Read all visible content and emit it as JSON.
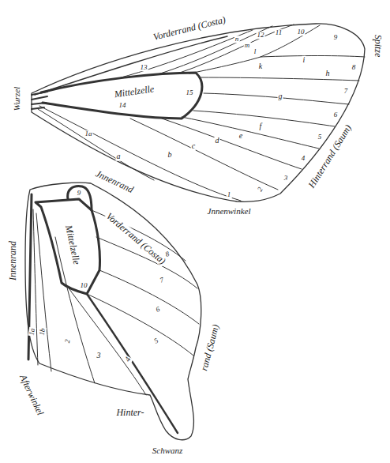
{
  "diagram": {
    "labels": [
      "Vorderrand (Costa)",
      "Spitze",
      "n",
      "12",
      "11",
      "m",
      "l",
      "10",
      "9",
      "k",
      "i",
      "h",
      "8",
      "7",
      "13",
      "Mittelzelle",
      "15",
      "g",
      "6",
      "14",
      "f",
      "5",
      "Wurzel",
      "e",
      "d",
      "4",
      "c",
      "b",
      "3",
      "1a",
      "a",
      "2",
      "Hinterrand (Saum)",
      "Jnnenrand",
      "1",
      "Jnnenwinkel",
      "9",
      "Vorderrand (Costa)",
      "Innenrand",
      "Mittelzelle",
      "8",
      "7",
      "6",
      "10",
      "1b",
      "1a",
      "2",
      "5",
      "3",
      "4",
      "rand (Saum)",
      "Afterwinkel",
      "Hinter-",
      "Schwanz"
    ]
  }
}
